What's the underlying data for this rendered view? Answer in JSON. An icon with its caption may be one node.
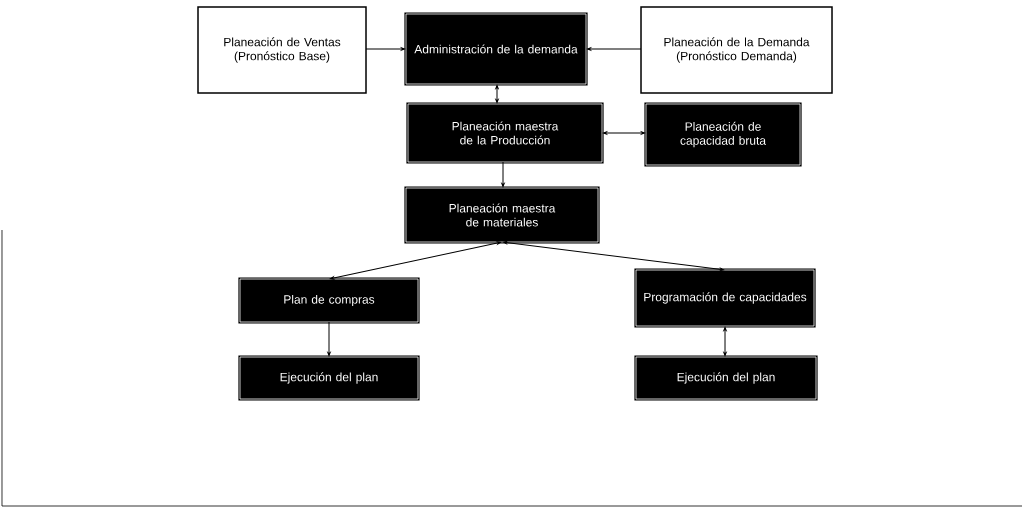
{
  "diagram": {
    "nodes": [
      {
        "text": [
          "Planeación de Ventas (Pronóstico Base)"
        ]
      },
      {
        "text": [
          "Administración de la demanda"
        ]
      },
      {
        "text": [
          "Planeación de la Demanda (Pronóstico Demanda)"
        ]
      },
      {
        "text": [
          "Planeación maestra de la Producción"
        ]
      },
      {
        "text": [
          "Planeación de capacidad bruta"
        ]
      },
      {
        "text": [
          "Planeación maestra de materiales"
        ]
      },
      {
        "text": [
          "Plan de compras"
        ]
      },
      {
        "text": [
          "Programación de capacidades"
        ]
      },
      {
        "text": [
          "Ejecución del plan"
        ]
      },
      {
        "text": [
          "Ejecución del plan"
        ]
      }
    ],
    "edges": [
      {
        "from": 0,
        "to": 1,
        "arrow": "to"
      },
      {
        "from": 2,
        "to": 1,
        "arrow": "to"
      },
      {
        "from": 1,
        "to": 3,
        "arrow": "both"
      },
      {
        "from": 3,
        "to": 4,
        "arrow": "both"
      },
      {
        "from": 3,
        "to": 5,
        "arrow": "to"
      },
      {
        "from": 5,
        "to": 6,
        "arrow": "both"
      },
      {
        "from": 5,
        "to": 7,
        "arrow": "both"
      },
      {
        "from": 6,
        "to": 8,
        "arrow": "to"
      },
      {
        "from": 7,
        "to": 9,
        "arrow": "both"
      }
    ]
  }
}
